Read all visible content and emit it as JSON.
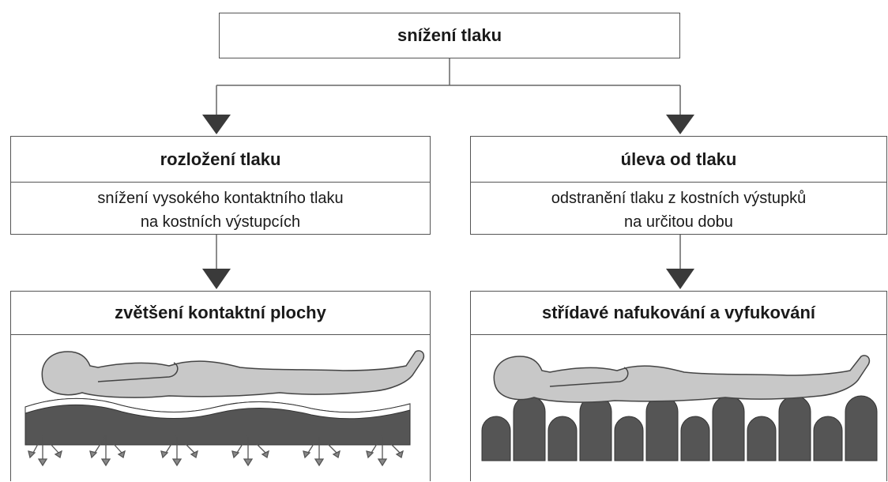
{
  "top": {
    "title": "snížení tlaku"
  },
  "left": {
    "title": "rozložení tlaku",
    "line1": "snížení vysokého kontaktního tlaku",
    "line2": "na kostních výstupcích",
    "bottom_title": "zvětšení kontaktní plochy"
  },
  "right": {
    "title": "úleva od tlaku",
    "line1": "odstranění tlaku z kostních výstupků",
    "line2": "na určitou dobu",
    "bottom_title": "střídavé nafukování a vyfukování"
  },
  "colors": {
    "body_fill": "#c8c8c8",
    "mattress": "#555555",
    "outline": "#444444"
  }
}
